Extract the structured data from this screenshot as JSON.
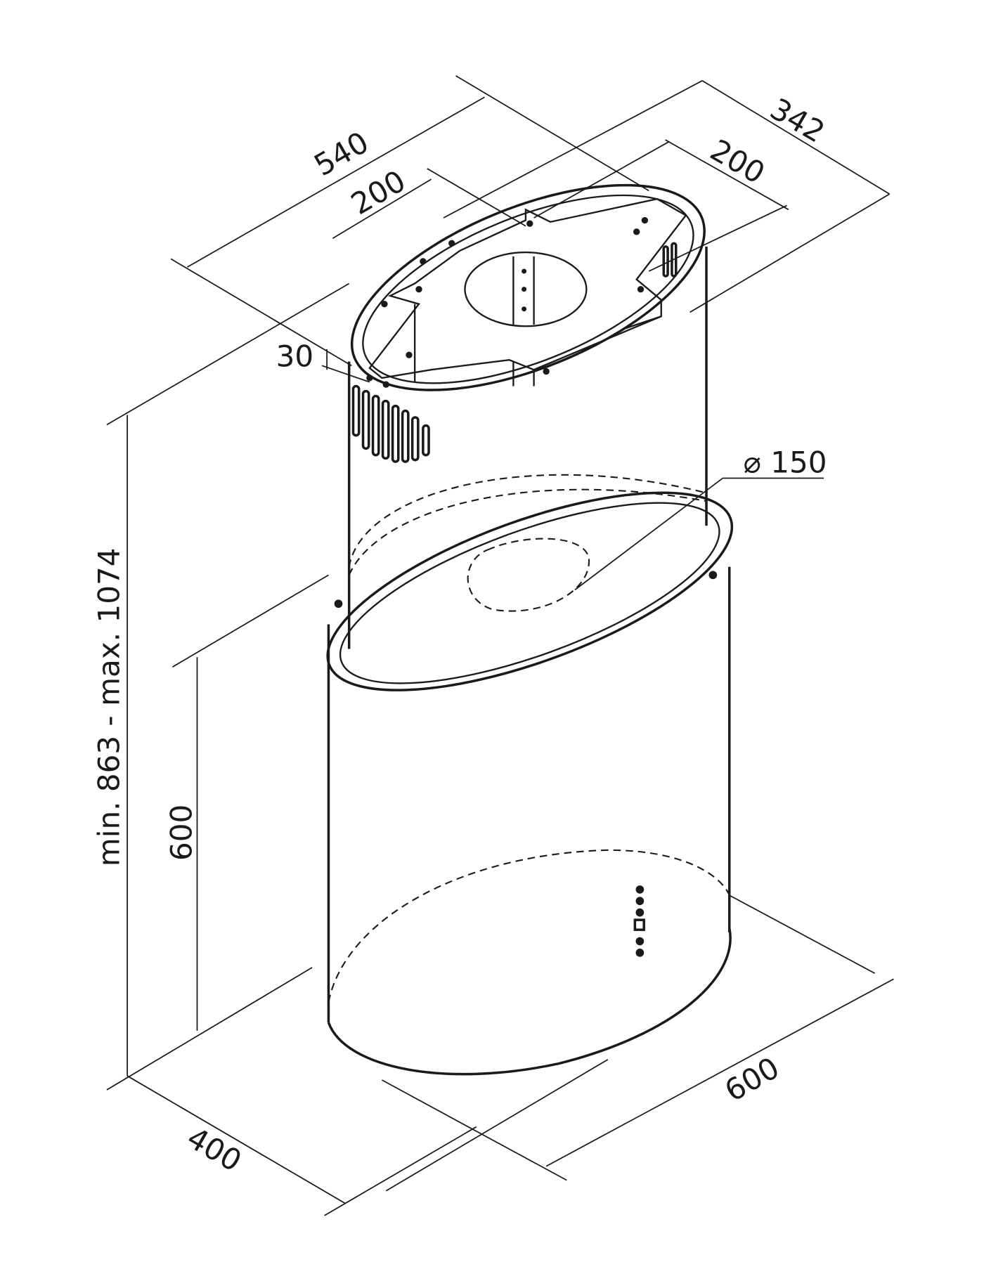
{
  "drawing": {
    "title": "Range hood dimensional drawing",
    "dimensions": {
      "top_length": "540",
      "top_left_spacing": "200",
      "top_depth": "342",
      "top_right_spacing": "200",
      "bracket_offset": "30",
      "duct_diameter": "⌀ 150",
      "total_height": "min. 863 - max. 1074",
      "body_height": "600",
      "body_width": "600",
      "body_depth": "400"
    },
    "line_color": "#1a1a1a"
  }
}
